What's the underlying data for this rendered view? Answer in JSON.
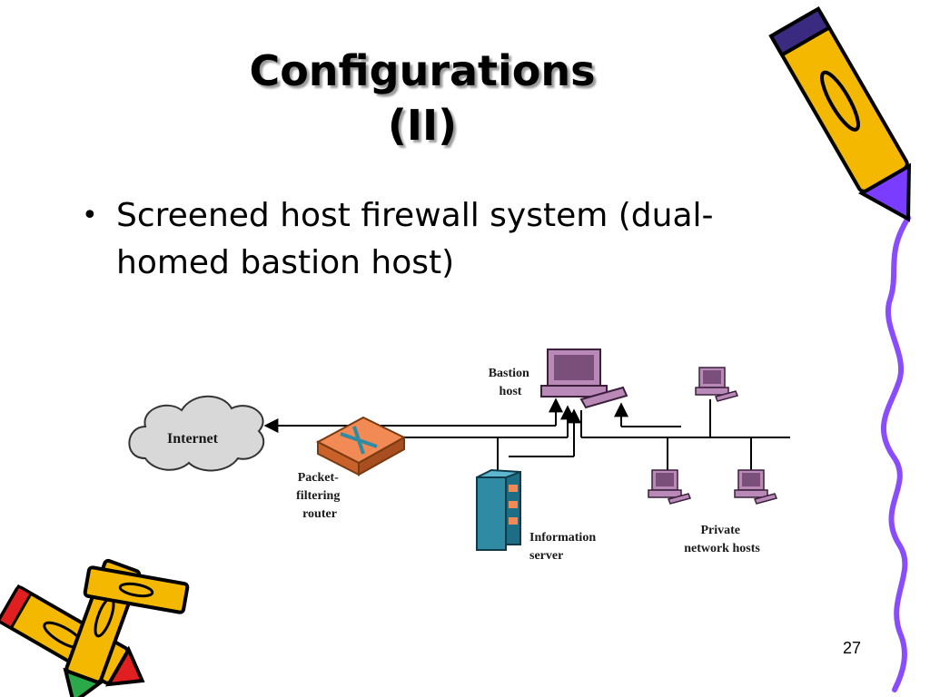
{
  "slide": {
    "title_line1": "Configurations",
    "title_line2": "(II)",
    "bullet_symbol": "•",
    "bullet_text_line1": "Screened host firewall system (dual-",
    "bullet_text_line2": "homed bastion host)",
    "page_number": "27"
  },
  "diagram": {
    "internet_label": "Internet",
    "router_label_lines": [
      "Packet-",
      "filtering",
      "router"
    ],
    "bastion_label_lines": [
      "Bastion",
      "host"
    ],
    "info_server_label_lines": [
      "Information",
      "server"
    ],
    "private_hosts_label_lines": [
      "Private",
      "network hosts"
    ]
  },
  "colors": {
    "pencil_body": "#f5b800",
    "pencil_outline": "#000000",
    "pencil_accent": "#7a3cff",
    "vine": "#8a4cff",
    "computer": "#b98ab8",
    "router": "#f28a55",
    "server": "#2f8aa4"
  },
  "icons": [
    "pencil-icon",
    "computer-icon",
    "router-icon",
    "server-icon",
    "cloud-icon",
    "vine-decoration"
  ]
}
